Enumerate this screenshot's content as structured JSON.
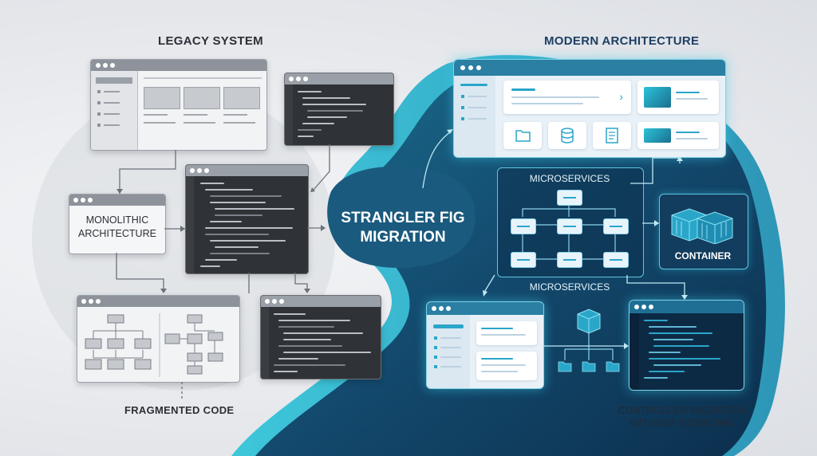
{
  "legacy": {
    "title": "LEGACY SYSTEM",
    "monolith_label": "MONOLITHIC ARCHITECTURE",
    "fragmented_label": "FRAGMENTED CODE"
  },
  "modern": {
    "title": "MODERN ARCHITECTURE",
    "migration_label": "STRANGLER FIG MIGRATION",
    "microservices_top": "MICROSERVICES",
    "microservices_bottom": "MICROSERVICES",
    "container_label": "CONTAINER",
    "controlled_label": "CONTROLLED MIGRATION WITHOUT DOWNTIME"
  },
  "colors": {
    "legacy_grey": "#8e939b",
    "teal_dark": "#0f3d5c",
    "teal_accent": "#2aa6c9",
    "glow": "#7fd3e6"
  },
  "icons": [
    "folder-icon",
    "database-icon",
    "document-icon",
    "container-icon",
    "cube-icon",
    "chevron-right-icon"
  ]
}
